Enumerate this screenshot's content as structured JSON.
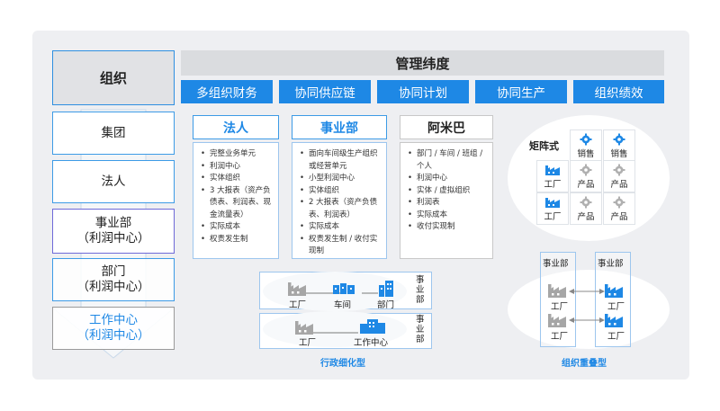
{
  "org": {
    "title": "组织",
    "items": [
      {
        "label": "集团"
      },
      {
        "label": "法人"
      },
      {
        "label": "事业部\n（利润中心）"
      },
      {
        "label": "部门\n（利润中心）"
      },
      {
        "label": "工作中心\n（利润中心）"
      }
    ]
  },
  "dimensions": {
    "title": "管理纬度",
    "items": [
      "多组织财务",
      "协同供应链",
      "协同计划",
      "协同生产",
      "组织绩效"
    ]
  },
  "columns": [
    {
      "title": "法人",
      "bullets": [
        "完整业务单元",
        "利润中心",
        "实体组织",
        "3 大报表（资产负债表、利润表、现金流量表）",
        "实际成本",
        "权责发生制"
      ]
    },
    {
      "title": "事业部",
      "bullets": [
        "面向车间级生产组织或经营单元",
        "小型利润中心",
        "实体组织",
        "2 大报表（资产负债表、利润表）",
        "实际成本",
        "权责发生制 / 收付实现制"
      ]
    },
    {
      "title": "阿米巴",
      "bullets": [
        "部门 / 车间 / 班组 / 个人",
        "利润中心",
        "实体 / 虚拟组织",
        "利润表",
        "实际成本",
        "收付实现制"
      ]
    }
  ],
  "matrix": {
    "label": "矩阵式",
    "cells": [
      "销售",
      "销售",
      "工厂",
      "产品",
      "产品",
      "工厂",
      "产品",
      "产品"
    ]
  },
  "admin": {
    "caption": "行政细化型",
    "row1": {
      "factory": "工厂",
      "workshop": "车间",
      "dept": "部门",
      "side": "事\n业\n部"
    },
    "row2": {
      "factory": "工厂",
      "center": "工作中心",
      "side": "事\n业\n部"
    }
  },
  "overlap": {
    "caption": "组织重叠型",
    "left_title": "事业部",
    "right_title": "事业部",
    "left_items": [
      "工厂",
      "工厂"
    ],
    "right_items": [
      "工厂",
      "工厂"
    ]
  },
  "colors": {
    "accent": "#1e88e5",
    "factory": "#1e88e5",
    "gear_blue": "#1e88e5",
    "gear_grey": "#b0b0b0"
  }
}
